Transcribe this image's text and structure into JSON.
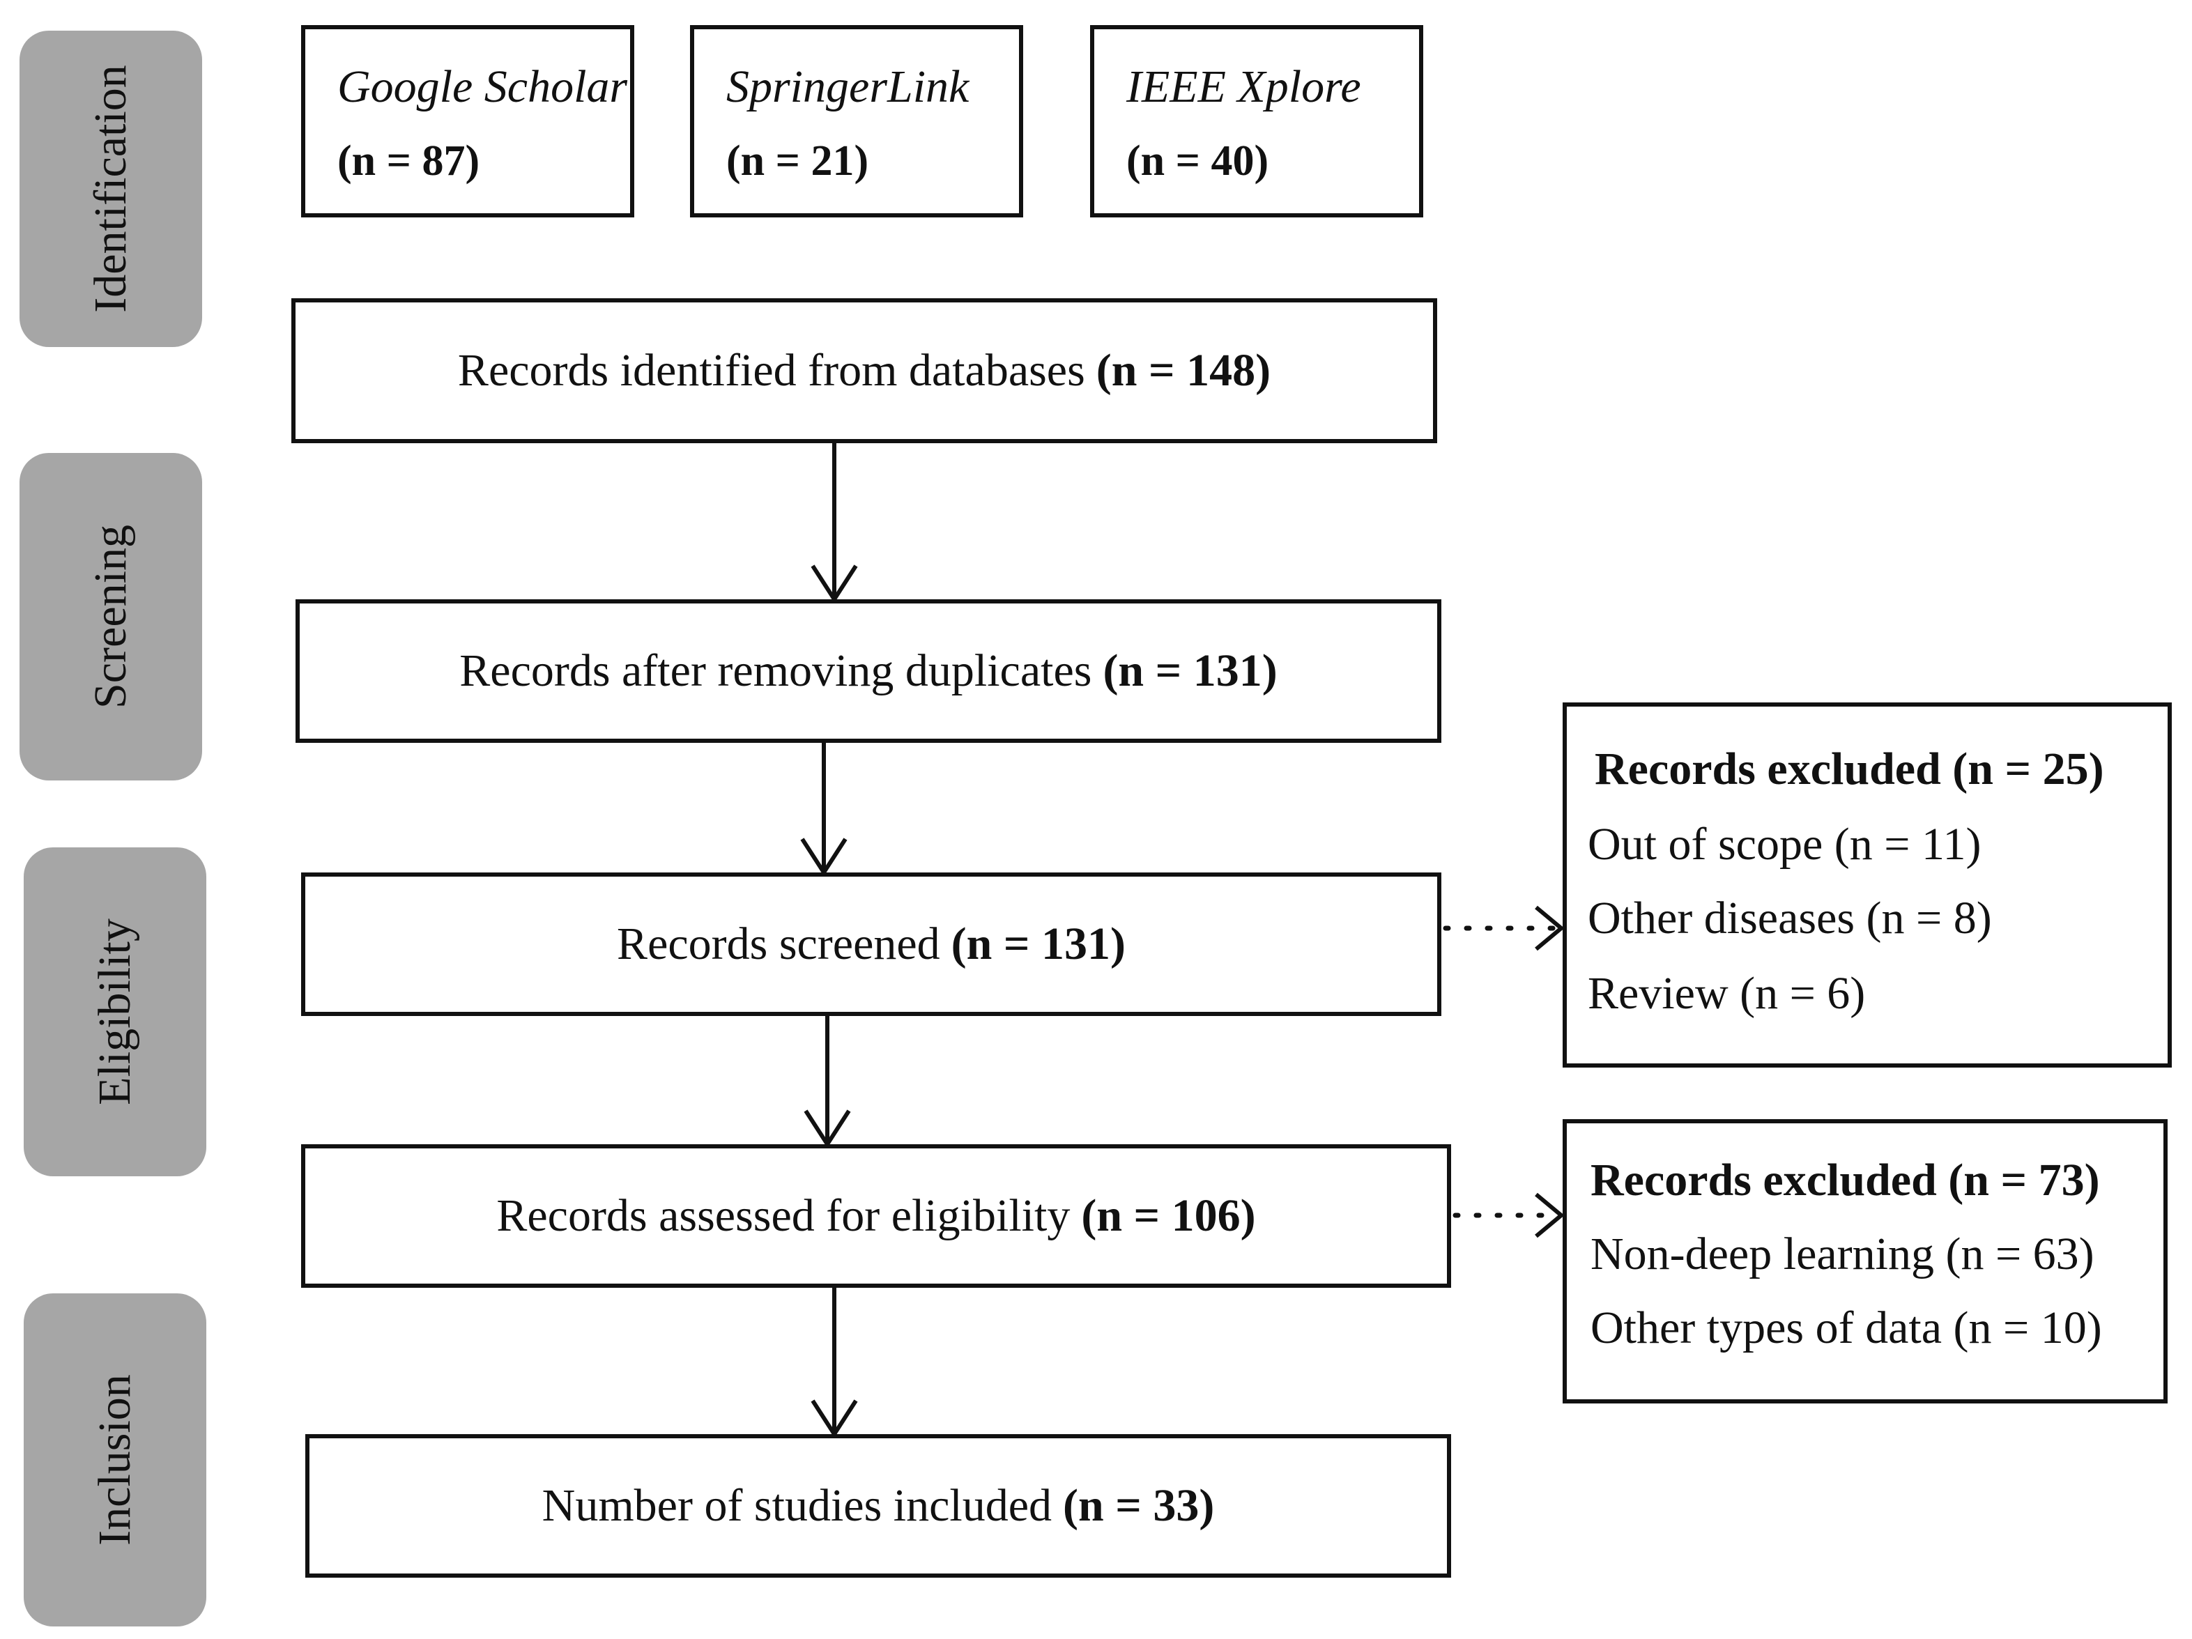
{
  "phases": {
    "identification": "Identification",
    "screening": "Screening",
    "eligibility": "Eligibility",
    "inclusion": "Inclusion"
  },
  "sources": [
    {
      "name": "Google Scholar",
      "count": "(n = 87)"
    },
    {
      "name": "SpringerLink",
      "count": "(n = 21)"
    },
    {
      "name": "IEEE Xplore",
      "count": "(n = 40)"
    }
  ],
  "steps": {
    "identified": {
      "label": "Records identified from databases",
      "count": "(n = 148)"
    },
    "deduplicated": {
      "label": "Records after removing duplicates",
      "count": "(n = 131)"
    },
    "screened": {
      "label": "Records screened",
      "count": "(n = 131)"
    },
    "assessed": {
      "label": "Records assessed for eligibility",
      "count": "(n = 106)"
    },
    "included": {
      "label": "Number of studies included",
      "count": "(n = 33)"
    }
  },
  "exclusions": {
    "screening": {
      "title": "Records excluded (n = 25)",
      "items": [
        "Out of scope (n = 11)",
        "Other diseases  (n = 8)",
        "Review  (n = 6)"
      ]
    },
    "eligibility": {
      "title": "Records excluded (n = 73)",
      "items": [
        "Non-deep learning (n = 63)",
        "Other types of data  (n = 10)"
      ]
    }
  },
  "colors": {
    "phase_fill": "#a6a6a6",
    "line": "#111111",
    "background": "#ffffff"
  }
}
